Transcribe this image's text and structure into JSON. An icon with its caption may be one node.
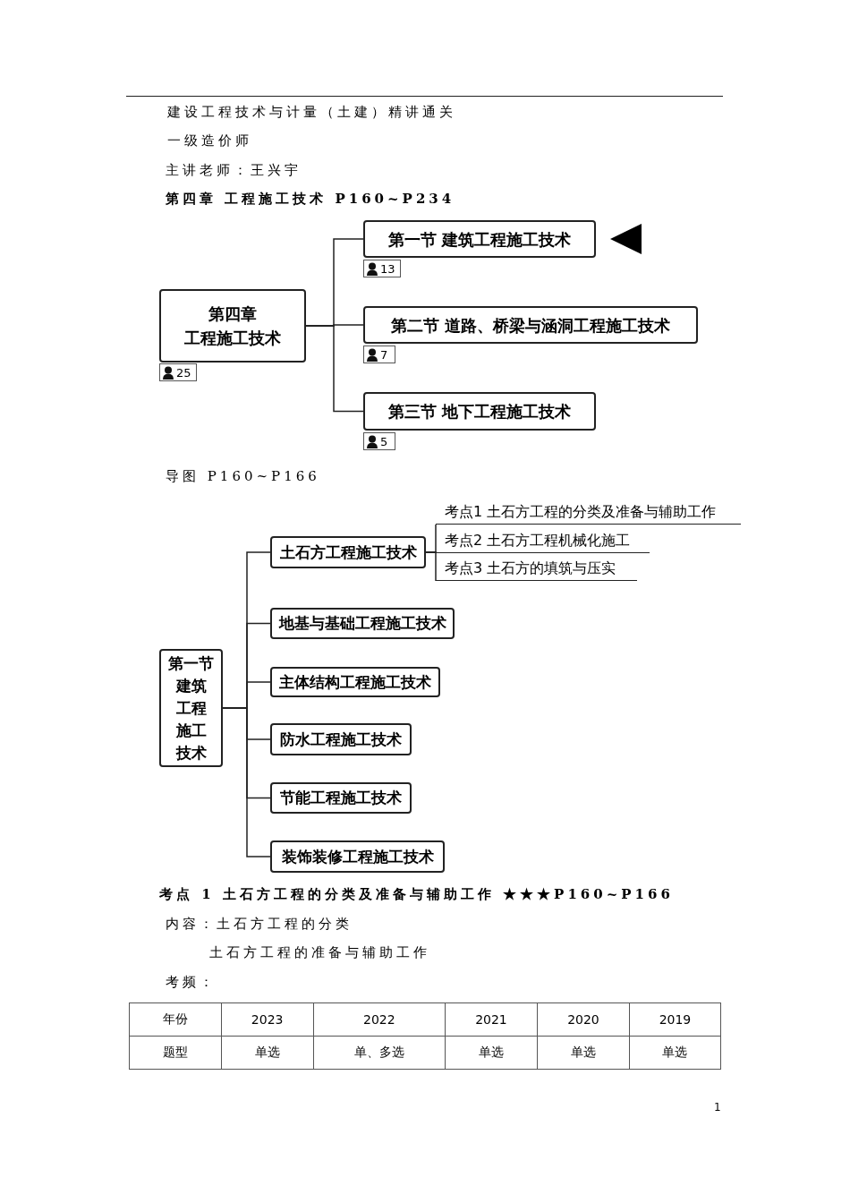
{
  "diagram": {
    "nodes": [
      {
        "text": [
          "第四章",
          "工程施工技术"
        ],
        "beside": [
          "25"
        ]
      },
      {
        "text": [
          "第一节  建筑工程施工技术"
        ],
        "beside": [
          "13"
        ]
      },
      {
        "text": [
          "第二节  道路、桥梁与涵洞工程施工技术"
        ],
        "beside": [
          "7"
        ]
      },
      {
        "text": [
          "第三节  地下工程施工技术"
        ],
        "beside": [
          "5"
        ]
      },
      {
        "text": [
          "第一节",
          "建筑工程施工技术"
        ]
      },
      {
        "text": [
          "土石方工程施工技术"
        ]
      },
      {
        "text": [
          "地基与基础工程施工技术"
        ]
      },
      {
        "text": [
          "主体结构工程施工技术"
        ]
      },
      {
        "text": [
          "防水工程施工技术"
        ]
      },
      {
        "text": [
          "节能工程施工技术"
        ]
      },
      {
        "text": [
          "装饰装修工程施工技术"
        ]
      },
      {
        "text": [
          "考点1 土石方工程的分类及准备与辅助工作"
        ]
      },
      {
        "text": [
          "考点2 土石方工程机械化施工"
        ]
      },
      {
        "text": [
          "考点3 土石方的填筑与压实"
        ]
      }
    ],
    "edges": [
      {
        "from": 0,
        "to": 1,
        "arrow": "none"
      },
      {
        "from": 0,
        "to": 2,
        "arrow": "none"
      },
      {
        "from": 0,
        "to": 3,
        "arrow": "none"
      },
      {
        "from": 4,
        "to": 5,
        "arrow": "none"
      },
      {
        "from": 4,
        "to": 6,
        "arrow": "none"
      },
      {
        "from": 4,
        "to": 7,
        "arrow": "none"
      },
      {
        "from": 4,
        "to": 8,
        "arrow": "none"
      },
      {
        "from": 4,
        "to": 9,
        "arrow": "none"
      },
      {
        "from": 4,
        "to": 10,
        "arrow": "none"
      },
      {
        "from": 5,
        "to": 11,
        "arrow": "none"
      },
      {
        "from": 5,
        "to": 12,
        "arrow": "none"
      },
      {
        "from": 5,
        "to": 13,
        "arrow": "none"
      }
    ],
    "labels": [
      "建设工程技术与计量（土建）精讲通关",
      "一级造价师",
      "主讲老师：王兴宇",
      "第四章 工程施工技术 P160~P234",
      "导图 P160~P166",
      "考点 1 土石方工程的分类及准备与辅助工作 ★★★P160~P166",
      "内容：土石方工程的分类",
      "土石方工程的准备与辅助工作",
      "考频：",
      "年份",
      "2023",
      "2022",
      "2021",
      "2020",
      "2019",
      "题型",
      "单选",
      "单、多选",
      "单选",
      "单选",
      "单选",
      "1"
    ]
  }
}
